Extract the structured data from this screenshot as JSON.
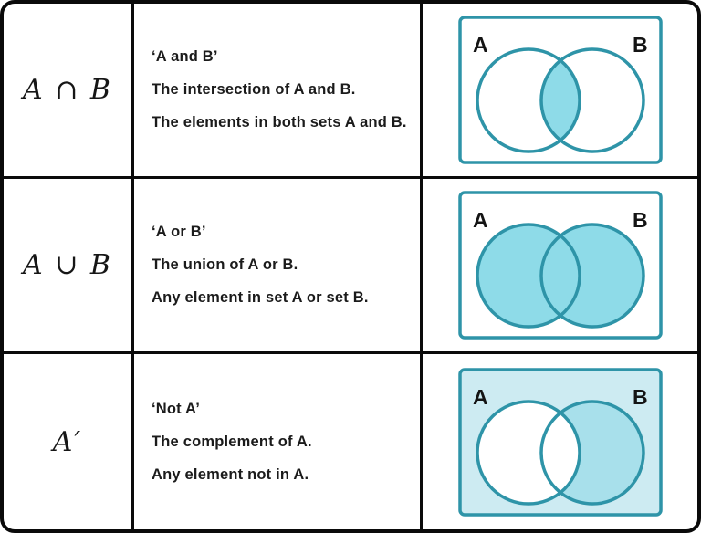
{
  "table": {
    "rows": [
      {
        "notation": "A ∩ B",
        "lines": [
          "‘A and B’",
          "The intersection of A and B.",
          "The elements in both sets A and B."
        ],
        "diagram": {
          "variant": "intersection",
          "label_a": "A",
          "label_b": "B"
        }
      },
      {
        "notation": "A ∪ B",
        "lines": [
          "‘A or B’",
          "The union of A or B.",
          "Any element in set A or set B."
        ],
        "diagram": {
          "variant": "union",
          "label_a": "A",
          "label_b": "B"
        }
      },
      {
        "notation": "A′",
        "lines": [
          "‘Not A’",
          "The complement of A.",
          "Any element not in A."
        ],
        "diagram": {
          "variant": "complement",
          "label_a": "A",
          "label_b": "B"
        }
      }
    ]
  },
  "colors": {
    "teal_stroke": "#2E94A8",
    "cyan_fill": "#8EDBE8",
    "complement_background": "#CDEBF2",
    "complement_b_fill": "#A8E0EB",
    "white_fill": "#FFFFFF",
    "table_border": "#0A0A0A",
    "text": "#1B1B1B",
    "diagram_label": "#141414"
  }
}
